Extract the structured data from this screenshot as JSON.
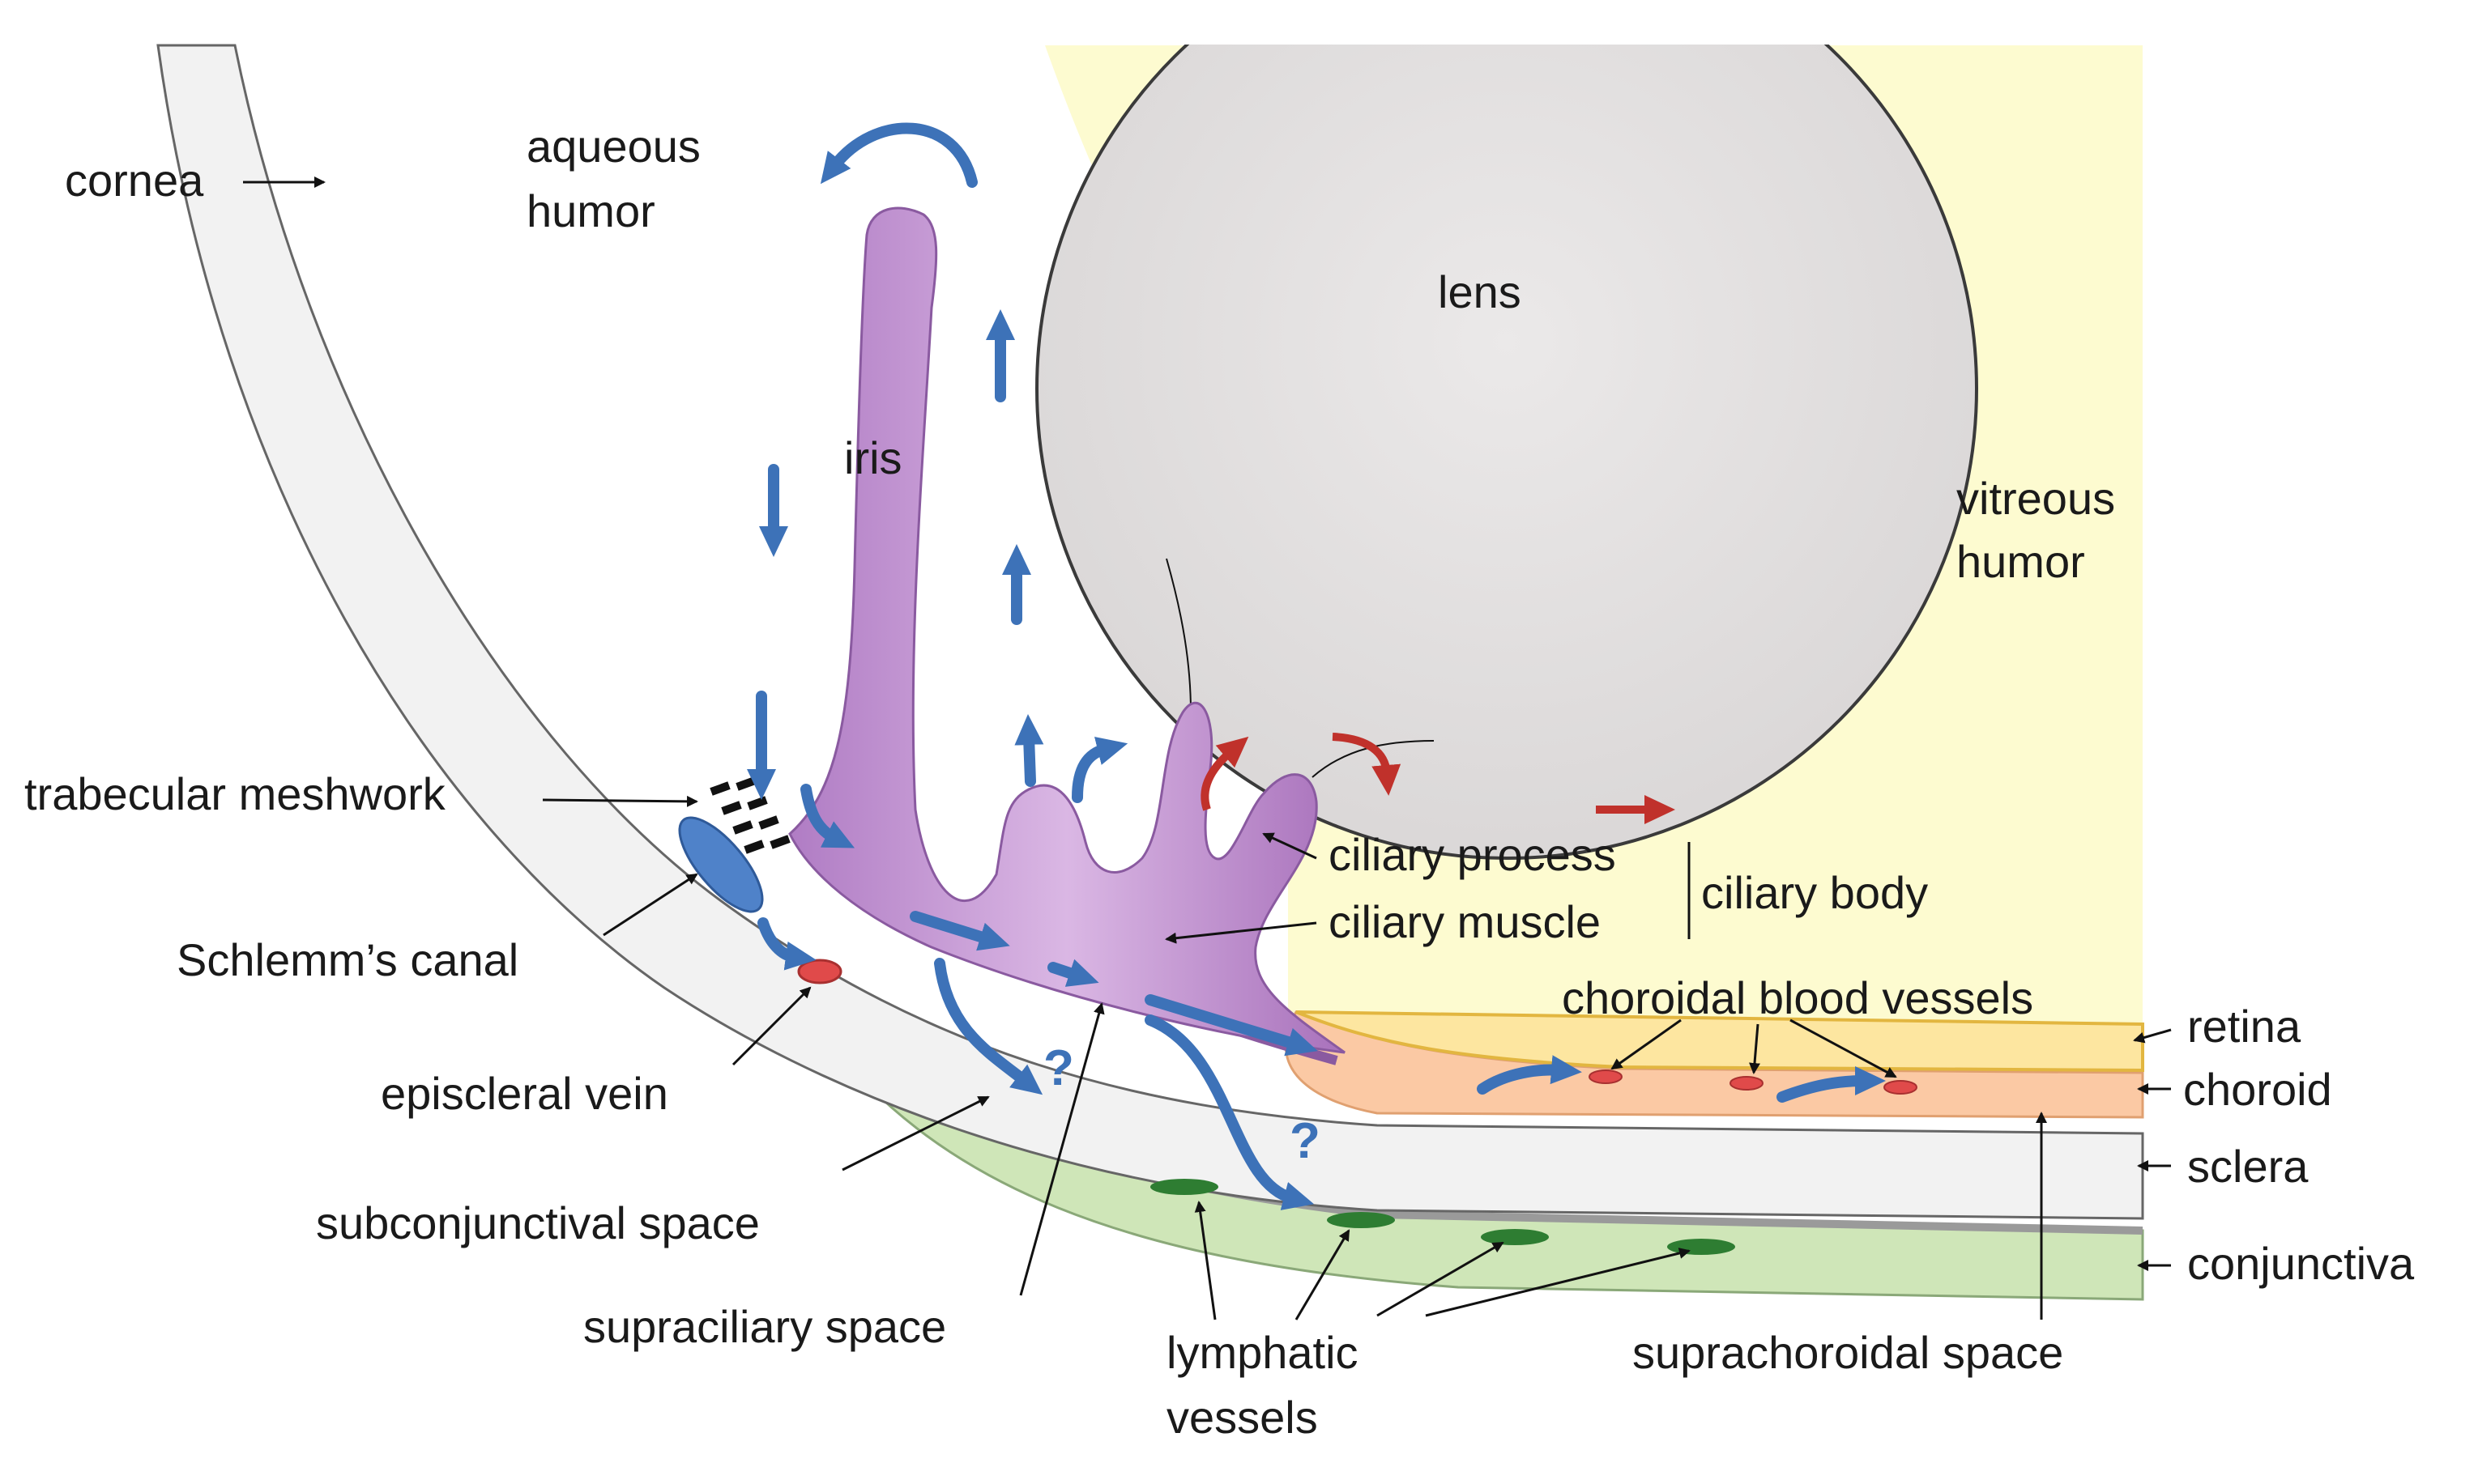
{
  "labels": {
    "cornea": "cornea",
    "aqueous_humor_1": "aqueous",
    "aqueous_humor_2": "humor",
    "lens": "lens",
    "iris": "iris",
    "vitreous_humor_1": "vitreous",
    "vitreous_humor_2": "humor",
    "trabecular_meshwork": "trabecular meshwork",
    "schlemms_canal": "Schlemm’s canal",
    "episcleral_vein": "episcleral vein",
    "subconjunctival_space": "subconjunctival space",
    "supraciliary_space": "supraciliary space",
    "ciliary_process": "ciliary process",
    "ciliary_muscle": "ciliary muscle",
    "ciliary_body": "ciliary body",
    "choroidal_blood_vessels": "choroidal blood vessels",
    "retina": "retina",
    "choroid": "choroid",
    "sclera": "sclera",
    "conjunctiva": "conjunctiva",
    "lymphatic_vessels_1": "lymphatic",
    "lymphatic_vessels_2": "vessels",
    "suprachoroidal_space": "suprachoroidal space",
    "question_mark": "?"
  },
  "colors": {
    "vitreous": "#fdfbd0",
    "lens": "#e8e6e6",
    "iris": "#c79bd4",
    "sclera": "#f2f2f2",
    "conjunctiva": "#cfe6b8",
    "retina": "#fde6a0",
    "choroid": "#fbc9a4",
    "flow_arrow": "#3d72b8",
    "red_arrow": "#c0312b",
    "vessel_red": "#e04a4a",
    "lymphatic": "#2e7d32",
    "schlemm": "#4f82c9"
  }
}
